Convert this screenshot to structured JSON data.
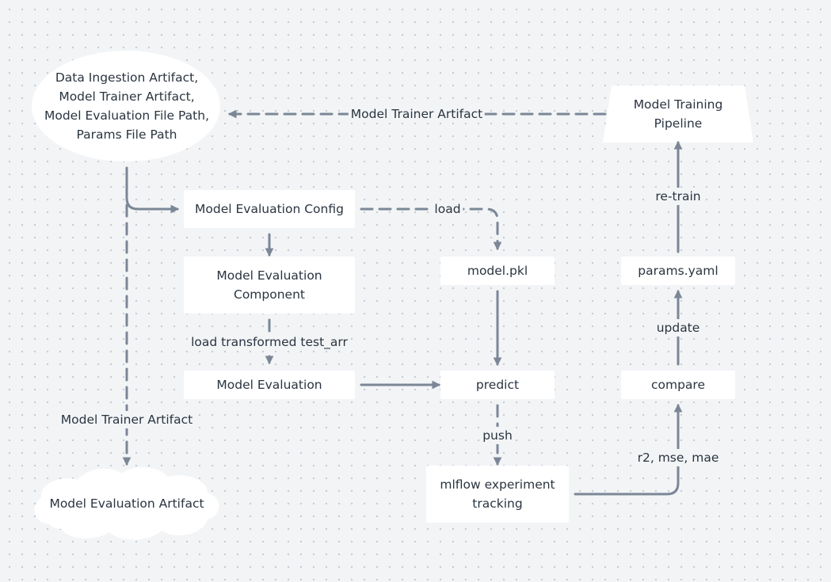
{
  "nodes": {
    "input_artifacts": "Data Ingestion Artifact,\nModel Trainer Artifact,\nModel Evaluation File Path,\nParams File Path",
    "training_pipeline": "Model Training\nPipeline",
    "eval_config": "Model Evaluation Config",
    "eval_component": "Model Evaluation\nComponent",
    "model_evaluation": "Model Evaluation",
    "model_pkl": "model.pkl",
    "predict": "predict",
    "mlflow": "mlflow experiment\ntracking",
    "params_yaml": "params.yaml",
    "compare": "compare",
    "eval_artifact": "Model Evaluation Artifact"
  },
  "edge_labels": {
    "trainer_artifact_top": "Model Trainer Artifact",
    "load": "load",
    "load_test_arr": "load transformed test_arr",
    "trainer_artifact_left": "Model Trainer Artifact",
    "push": "push",
    "metrics": "r2, mse, mae",
    "update": "update",
    "retrain": "re-train"
  },
  "colors": {
    "connector": "#7b8796",
    "node_fill": "#ffffff",
    "background": "#f2f4f6",
    "text": "#2a3440"
  }
}
